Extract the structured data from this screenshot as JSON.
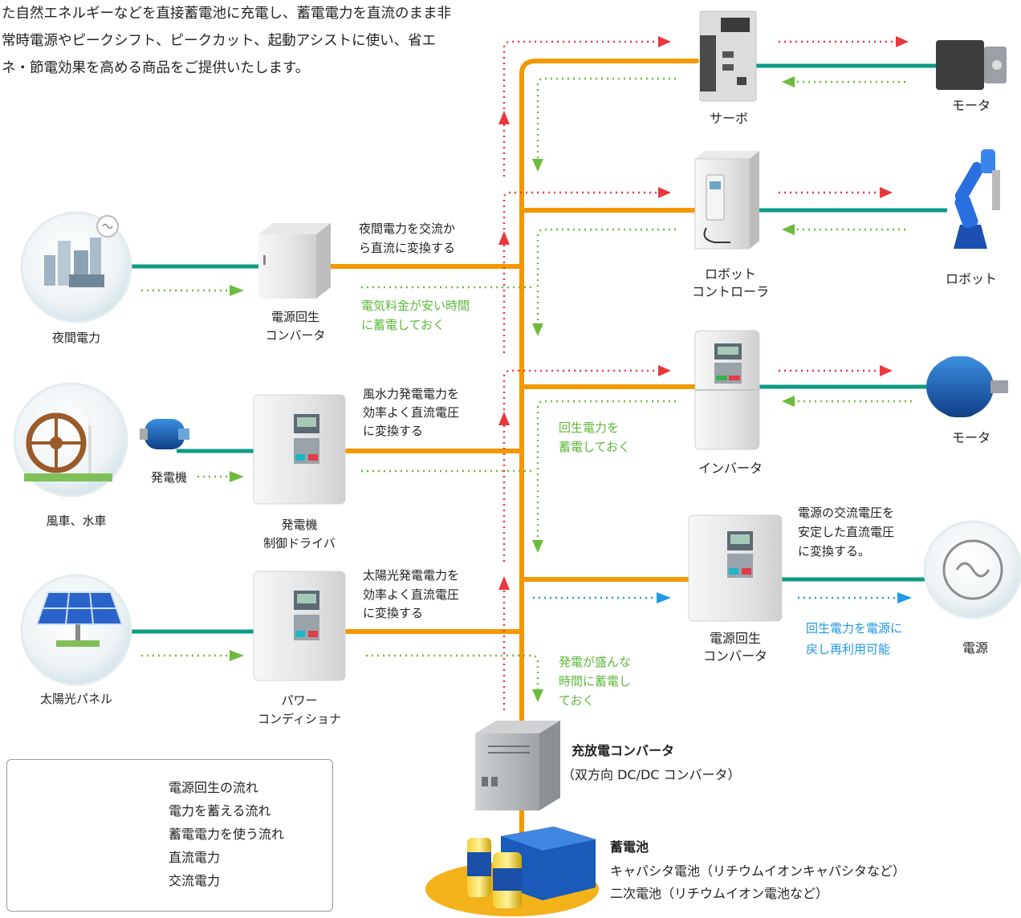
{
  "intro": "た自然エネルギーなどを直接蓄電池に充電し、蓄電電力を直流のまま非常時電源やピークシフト、ピークカット、起動アシストに使い、省エネ・節電効果を高める商品をご提供いたします。",
  "colors": {
    "dc": "#f39800",
    "ac": "#0e9b85",
    "regen": "#1e9be8",
    "store": "#6dbb3c",
    "use": "#e8383d"
  },
  "sources": {
    "night": {
      "label": "夜間電力",
      "converter": [
        "電源回生",
        "コンバータ"
      ],
      "desc": [
        "夜間電力を交流か",
        "ら直流に変換する"
      ],
      "note": [
        "電気料金が安い時間",
        "に蓄電しておく"
      ]
    },
    "wind": {
      "label": "風車、水車",
      "generator": "発電機",
      "converter": [
        "発電機",
        "制御ドライバ"
      ],
      "desc": [
        "風水力発電電力を",
        "効率よく直流電圧",
        "に変換する"
      ]
    },
    "solar": {
      "label": "太陽光パネル",
      "converter": [
        "パワー",
        "コンディショナ"
      ],
      "desc": [
        "太陽光発電電力を",
        "効率よく直流電圧",
        "に変換する"
      ],
      "note": [
        "発電が盛んな",
        "時間に蓄電し",
        "ておく"
      ]
    }
  },
  "loads": {
    "servo": {
      "device": "サーボ",
      "end": "モータ"
    },
    "robot": {
      "device": [
        "ロボット",
        "コントローラ"
      ],
      "end": "ロボット"
    },
    "inverter": {
      "device": "インバータ",
      "end": "モータ",
      "note": [
        "回生電力を",
        "蓄電しておく"
      ]
    },
    "grid": {
      "device": [
        "電源回生",
        "コンバータ"
      ],
      "end": "電源",
      "desc": [
        "電源の交流電圧を",
        "安定した直流電圧",
        "に変換する。"
      ],
      "note": [
        "回生電力を電源に",
        "戻し再利用可能"
      ]
    }
  },
  "storage": {
    "converter_title": "充放電コンバータ",
    "converter_sub": "（双方向 DC/DC コンバータ）",
    "battery_title": "蓄電池",
    "battery_lines": [
      "キャパシタ電池（リチウムイオンキャパシタなど）",
      "二次電池（リチウムイオン電池など）"
    ]
  },
  "legend": [
    "電源回生の流れ",
    "電力を蓄える流れ",
    "蓄電電力を使う流れ",
    "直流電力",
    "交流電力"
  ]
}
